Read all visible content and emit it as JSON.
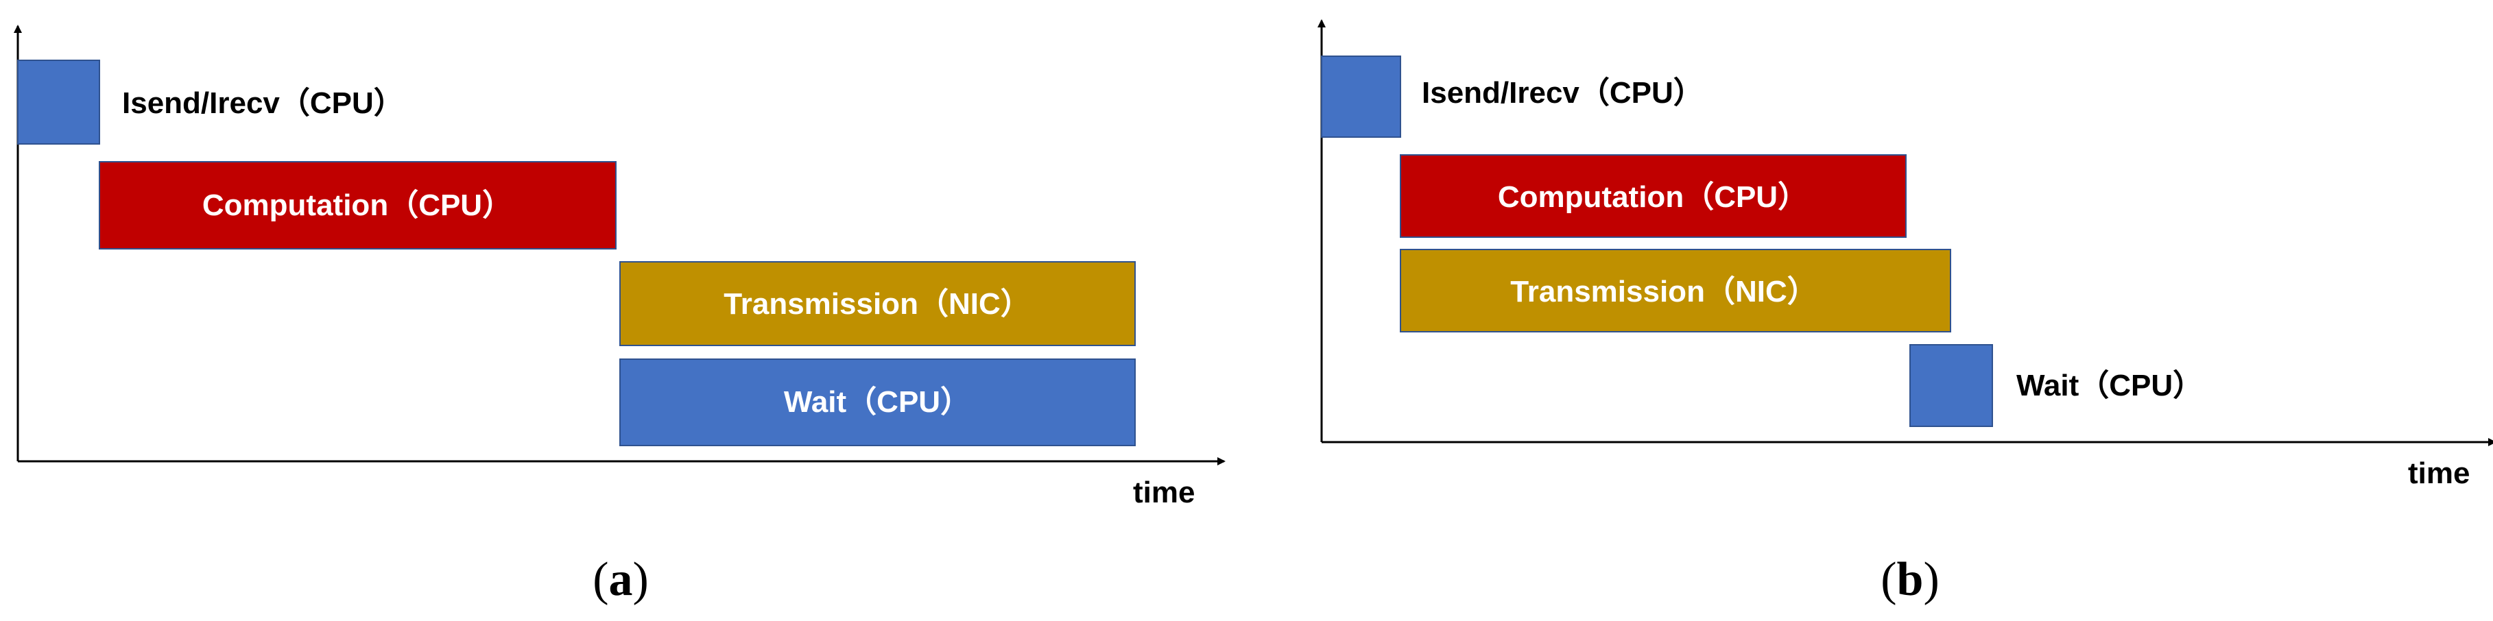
{
  "axis_label": "time",
  "colors": {
    "isend": "#4472c4",
    "computation": "#c00000",
    "transmission": "#bf9000",
    "wait": "#4472c4",
    "axis": "#000000"
  },
  "panels": [
    {
      "caption_open": "(",
      "caption_letter": "a",
      "caption_close": ")",
      "blocks": [
        {
          "label": "Isend/Irecv（CPU）",
          "color_key": "isend",
          "label_position": "right"
        },
        {
          "label": "Computation（CPU）",
          "color_key": "computation",
          "label_position": "inside"
        },
        {
          "label": "Transmission（NIC）",
          "color_key": "transmission",
          "label_position": "inside"
        },
        {
          "label": "Wait（CPU）",
          "color_key": "wait",
          "label_position": "inside"
        }
      ]
    },
    {
      "caption_open": "(",
      "caption_letter": "b",
      "caption_close": ")",
      "blocks": [
        {
          "label": "Isend/Irecv（CPU）",
          "color_key": "isend",
          "label_position": "right"
        },
        {
          "label": "Computation（CPU）",
          "color_key": "computation",
          "label_position": "inside"
        },
        {
          "label": "Transmission（NIC）",
          "color_key": "transmission",
          "label_position": "inside"
        },
        {
          "label": "Wait（CPU）",
          "color_key": "wait",
          "label_position": "right"
        }
      ]
    }
  ]
}
